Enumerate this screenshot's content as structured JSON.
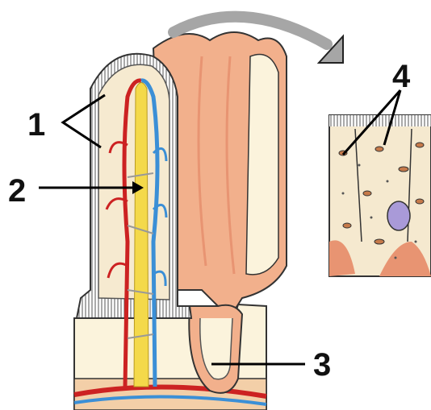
{
  "diagram": {
    "labels": {
      "one": "1",
      "two": "2",
      "three": "3",
      "four": "4"
    },
    "colors": {
      "villus_fill": "#f2b08c",
      "villus_shade": "#e89472",
      "epithelium": "#8a8a8a",
      "lamina_propria": "#f6ead0",
      "lacteal": "#f4d94a",
      "artery": "#cc2222",
      "vein": "#3b8fd6",
      "base_fill": "#fbf3dc",
      "inset_bg": "#f5e9cf",
      "nucleus": "#a99ad8",
      "arrow_gray": "#a6a6a6"
    }
  }
}
